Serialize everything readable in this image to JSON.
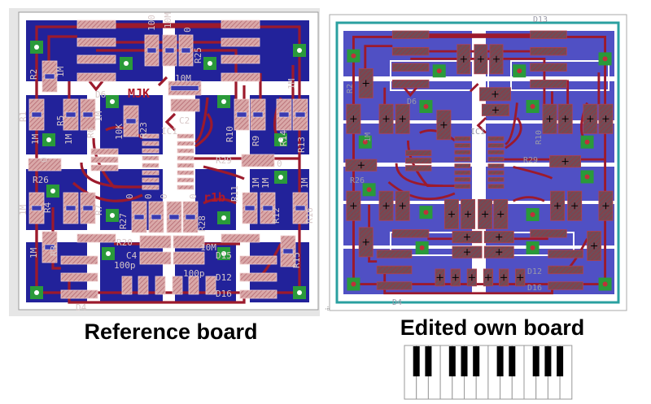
{
  "captions": {
    "left": "Reference board",
    "right": "Edited own board"
  },
  "colors": {
    "pour_left": "#22229a",
    "pour_right": "#5050c4",
    "trace": "#9c1a2c",
    "pad_left": "#d9a8a8",
    "pad_right": "#6f4d58",
    "via": "#2a9a3a",
    "outline_right": "#2aa0a0"
  },
  "reference_board": {
    "name_marks": [
      "MJK",
      "r1b"
    ],
    "labels": [
      "R2",
      "1M",
      "R1",
      "1M",
      "R5",
      "1M",
      "R6",
      "1M",
      "D6",
      "10K",
      "R23",
      "IC1",
      "C2",
      "10M",
      "100",
      "10M",
      "0",
      "R25",
      "R10",
      "R9",
      "R14",
      "R13",
      "R29",
      "0",
      "R26",
      "0",
      "R4",
      "1M",
      "R7",
      "R27",
      "0",
      "0",
      "0",
      "0",
      "R28",
      "R11",
      "R12",
      "R16",
      "1M",
      "1M",
      "1M",
      "R15",
      "R3",
      "R20",
      "C4",
      "100p",
      "100p",
      "D12",
      "D16",
      "D15",
      "10M",
      "D4",
      "1M",
      "1M"
    ]
  },
  "edited_board": {
    "labels": [
      "D13",
      "D4",
      "IC1",
      "R29",
      "R10",
      "R2",
      "1M",
      "R26",
      "D6",
      "D12",
      "D16"
    ]
  },
  "keyboard": {
    "white_keys": 14,
    "black_key_groups": [
      2,
      3,
      2,
      3
    ]
  }
}
